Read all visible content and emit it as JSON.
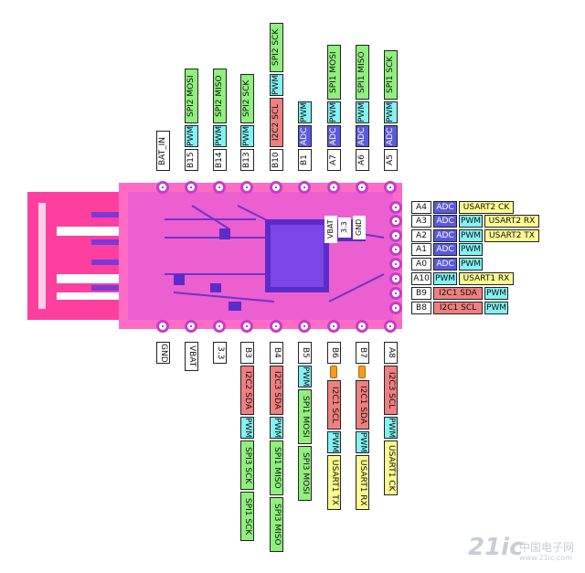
{
  "colors": {
    "gray": "#ffffff",
    "blue": "#5a5ae0",
    "green": "#8ff07d",
    "cyan": "#82f2f2",
    "red": "#f07f7f",
    "yellow": "#fbfb91",
    "board_pink": "#ff3fa0",
    "board_purple": "#6a28d6",
    "pad_orange": "#f59a23"
  },
  "top_pins": [
    {
      "name": "BAT_IN",
      "funcs": []
    },
    {
      "name": "B15",
      "funcs": [
        {
          "t": "PWM",
          "c": "cyan"
        },
        {
          "t": "SPI2 MOSI",
          "c": "green"
        }
      ]
    },
    {
      "name": "B14",
      "funcs": [
        {
          "t": "PWM",
          "c": "cyan"
        },
        {
          "t": "SPI2 MISO",
          "c": "green"
        }
      ]
    },
    {
      "name": "B13",
      "funcs": [
        {
          "t": "PWM",
          "c": "cyan"
        },
        {
          "t": "SPI2 SCK",
          "c": "green"
        }
      ]
    },
    {
      "name": "B10",
      "funcs": [
        {
          "t": "I2C2 SCL",
          "c": "red"
        },
        {
          "t": "PWM",
          "c": "cyan"
        },
        {
          "t": "SPI2 SCK",
          "c": "green"
        }
      ]
    },
    {
      "name": "B1",
      "funcs": [
        {
          "t": "ADC",
          "c": "blue"
        },
        {
          "t": "PWM",
          "c": "cyan"
        }
      ]
    },
    {
      "name": "A7",
      "funcs": [
        {
          "t": "ADC",
          "c": "blue"
        },
        {
          "t": "PWM",
          "c": "cyan"
        },
        {
          "t": "SPI1 MOSI",
          "c": "green"
        }
      ]
    },
    {
      "name": "A6",
      "funcs": [
        {
          "t": "ADC",
          "c": "blue"
        },
        {
          "t": "PWM",
          "c": "cyan"
        },
        {
          "t": "SPI1 MISO",
          "c": "green"
        }
      ]
    },
    {
      "name": "A5",
      "funcs": [
        {
          "t": "ADC",
          "c": "blue"
        },
        {
          "t": "PWM",
          "c": "cyan"
        },
        {
          "t": "SPI1 SCK",
          "c": "green"
        }
      ]
    }
  ],
  "bottom_pins": [
    {
      "name": "GND",
      "funcs": []
    },
    {
      "name": "VBAT",
      "funcs": []
    },
    {
      "name": "3.3",
      "funcs": []
    },
    {
      "name": "B3",
      "funcs": [
        {
          "t": "I2C2 SDA",
          "c": "red"
        },
        {
          "t": "PWM",
          "c": "cyan"
        },
        {
          "t": "SPI3 SCK",
          "c": "green"
        },
        {
          "t": "SPI1 SCK",
          "c": "green"
        }
      ]
    },
    {
      "name": "B4",
      "funcs": [
        {
          "t": "I2C3 SDA",
          "c": "red"
        },
        {
          "t": "PWM",
          "c": "cyan"
        },
        {
          "t": "SPI1 MISO",
          "c": "green"
        },
        {
          "t": "SPI3 MISO",
          "c": "green"
        }
      ]
    },
    {
      "name": "B5",
      "funcs": [
        {
          "t": "PWM",
          "c": "cyan"
        },
        {
          "t": "SPI1 MOSI",
          "c": "green"
        },
        {
          "t": "SPI3 MOSI",
          "c": "green"
        }
      ]
    },
    {
      "name": "B6",
      "funcs": [
        {
          "t": "I2C1 SCL",
          "c": "red"
        },
        {
          "t": "PWM",
          "c": "cyan"
        },
        {
          "t": "USART1 TX",
          "c": "yellow"
        }
      ]
    },
    {
      "name": "B7",
      "funcs": [
        {
          "t": "I2C1 SDA",
          "c": "red"
        },
        {
          "t": "PWM",
          "c": "cyan"
        },
        {
          "t": "USART1 RX",
          "c": "yellow"
        }
      ]
    },
    {
      "name": "A8",
      "funcs": [
        {
          "t": "I2C3 SCL",
          "c": "red"
        },
        {
          "t": "PWM",
          "c": "cyan"
        },
        {
          "t": "USART1 CK",
          "c": "yellow"
        }
      ]
    }
  ],
  "right_pins": [
    {
      "name": "A4",
      "funcs": [
        {
          "t": "ADC",
          "c": "blue"
        },
        {
          "t": "USART2 CK",
          "c": "yellow"
        }
      ]
    },
    {
      "name": "A3",
      "funcs": [
        {
          "t": "ADC",
          "c": "blue"
        },
        {
          "t": "PWM",
          "c": "cyan"
        },
        {
          "t": "USART2 RX",
          "c": "yellow"
        }
      ]
    },
    {
      "name": "A2",
      "funcs": [
        {
          "t": "ADC",
          "c": "blue"
        },
        {
          "t": "PWM",
          "c": "cyan"
        },
        {
          "t": "USART2 TX",
          "c": "yellow"
        }
      ]
    },
    {
      "name": "A1",
      "funcs": [
        {
          "t": "ADC",
          "c": "blue"
        },
        {
          "t": "PWM",
          "c": "cyan"
        }
      ]
    },
    {
      "name": "A0",
      "funcs": [
        {
          "t": "ADC",
          "c": "blue"
        },
        {
          "t": "PWM",
          "c": "cyan"
        }
      ]
    },
    {
      "name": "A10",
      "funcs": [
        {
          "t": "PWM",
          "c": "cyan"
        },
        {
          "t": "USART1 RX",
          "c": "yellow"
        }
      ]
    },
    {
      "name": "B9",
      "funcs": [
        {
          "t": "I2C1 SDA",
          "c": "red"
        },
        {
          "t": "PWM",
          "c": "cyan"
        }
      ]
    },
    {
      "name": "B8",
      "funcs": [
        {
          "t": "I2C1 SCL",
          "c": "red"
        },
        {
          "t": "PWM",
          "c": "cyan"
        }
      ]
    }
  ],
  "board_labels": {
    "vbat": "VBAT",
    "v33": "3.3",
    "gnd": "GND"
  },
  "watermark": {
    "logo": "21ic",
    "cn": "中国电子网",
    "url": "www.21ic.com"
  }
}
